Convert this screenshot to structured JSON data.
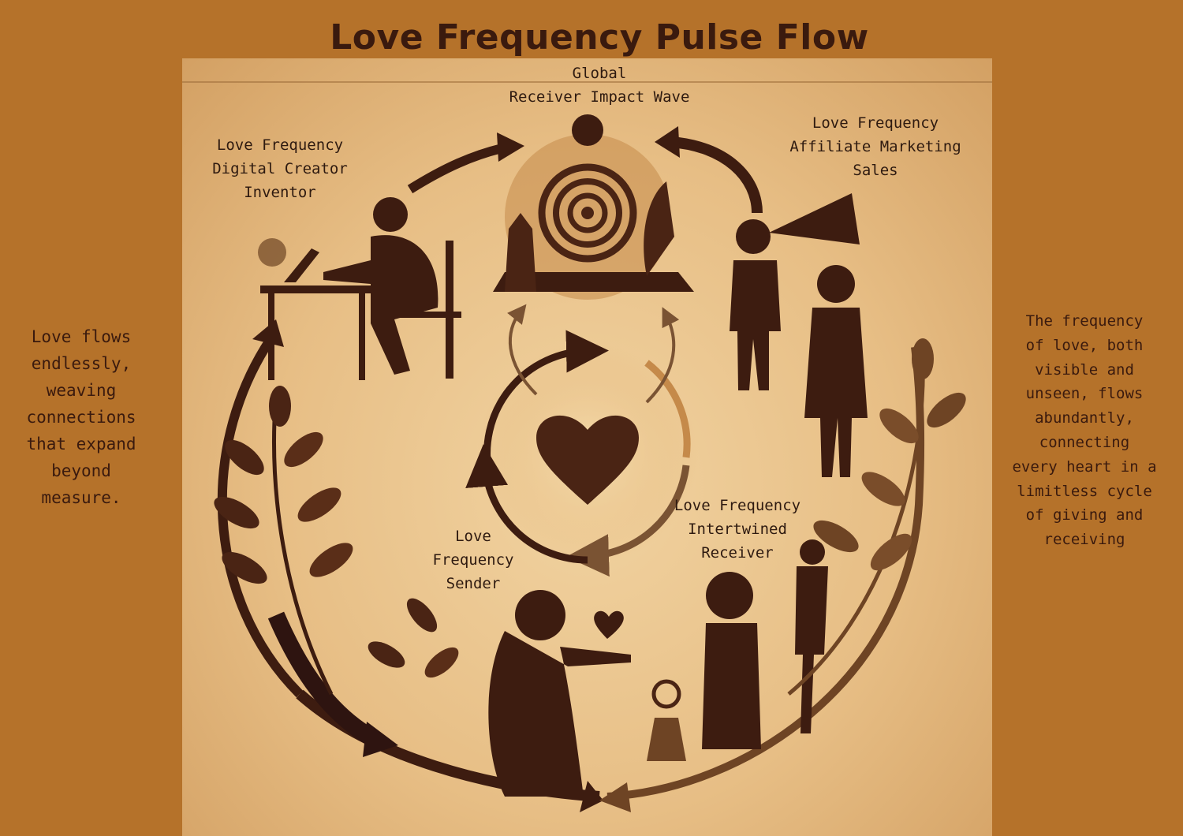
{
  "title": "Love Frequency Pulse Flow",
  "side_text": {
    "left": "Love flows\nendlessly,\nweaving\nconnections\nthat expand\nbeyond\nmeasure.",
    "right": "The frequency\nof love, both\nvisible and\nunseen, flows\nabundantly,\nconnecting\nevery heart in a\nlimitless cycle\nof giving and\nreceiving"
  },
  "nodes": {
    "global_receiver": "Global\nReceiver Impact Wave",
    "digital_creator": "Love Frequency\nDigital Creator\nInventor",
    "affiliate": "Love Frequency\nAffiliate Marketing\nSales",
    "intertwined_receiver": "Love Frequency\nIntertwined\nReceiver",
    "sender": "Love\nFrequency\nSender"
  },
  "colors": {
    "background": "#b5722a",
    "panel": "#e7be85",
    "ink": "#3a1a0e",
    "silhouette": "#4a2414"
  }
}
